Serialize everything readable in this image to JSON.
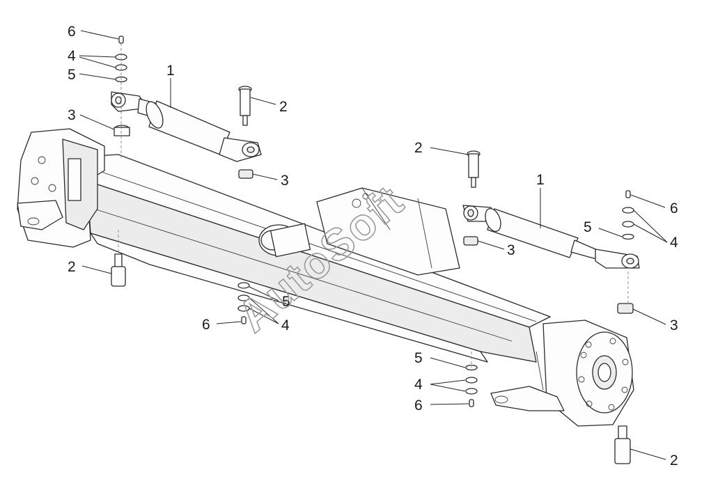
{
  "diagram": {
    "watermark": "AutoSoft",
    "callouts": [
      {
        "id": "c1a",
        "label": "6"
      },
      {
        "id": "c1b",
        "label": "4"
      },
      {
        "id": "c1c",
        "label": "5"
      },
      {
        "id": "c1d",
        "label": "1"
      },
      {
        "id": "c1e",
        "label": "2"
      },
      {
        "id": "c1f",
        "label": "3"
      },
      {
        "id": "c1g",
        "label": "3"
      },
      {
        "id": "c1h",
        "label": "2"
      },
      {
        "id": "c2a",
        "label": "5"
      },
      {
        "id": "c2b",
        "label": "6"
      },
      {
        "id": "c2c",
        "label": "4"
      },
      {
        "id": "c3a",
        "label": "2"
      },
      {
        "id": "c3b",
        "label": "1"
      },
      {
        "id": "c3c",
        "label": "6"
      },
      {
        "id": "c3d",
        "label": "5"
      },
      {
        "id": "c3e",
        "label": "4"
      },
      {
        "id": "c3f",
        "label": "3"
      },
      {
        "id": "c3g",
        "label": "3"
      },
      {
        "id": "c4a",
        "label": "5"
      },
      {
        "id": "c4b",
        "label": "4"
      },
      {
        "id": "c4c",
        "label": "6"
      },
      {
        "id": "c4d",
        "label": "2"
      }
    ]
  }
}
